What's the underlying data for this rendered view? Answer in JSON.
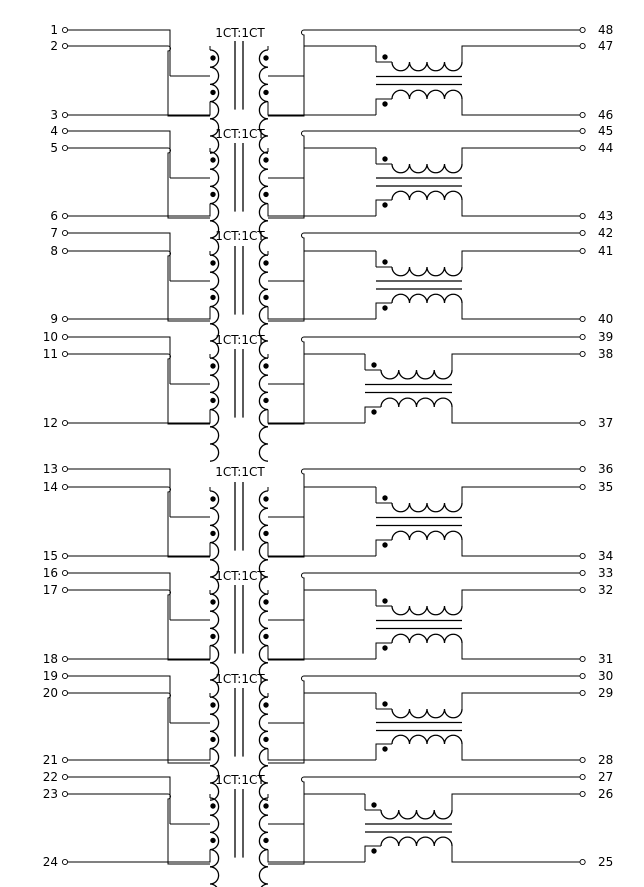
{
  "diagram": {
    "ratio_label": "1CT:1CT",
    "channels": [
      {
        "left_pins": [
          "1",
          "2",
          "3"
        ],
        "right_pins": [
          "48",
          "47",
          "46"
        ]
      },
      {
        "left_pins": [
          "4",
          "5",
          "6"
        ],
        "right_pins": [
          "45",
          "44",
          "43"
        ]
      },
      {
        "left_pins": [
          "7",
          "8",
          "9"
        ],
        "right_pins": [
          "42",
          "41",
          "40"
        ]
      },
      {
        "left_pins": [
          "10",
          "11",
          "12"
        ],
        "right_pins": [
          "39",
          "38",
          "37"
        ]
      },
      {
        "left_pins": [
          "13",
          "14",
          "15"
        ],
        "right_pins": [
          "36",
          "35",
          "34"
        ]
      },
      {
        "left_pins": [
          "16",
          "17",
          "18"
        ],
        "right_pins": [
          "33",
          "32",
          "31"
        ]
      },
      {
        "left_pins": [
          "19",
          "20",
          "21"
        ],
        "right_pins": [
          "30",
          "29",
          "28"
        ]
      },
      {
        "left_pins": [
          "22",
          "23",
          "24"
        ],
        "right_pins": [
          "27",
          "26",
          "25"
        ]
      }
    ]
  }
}
